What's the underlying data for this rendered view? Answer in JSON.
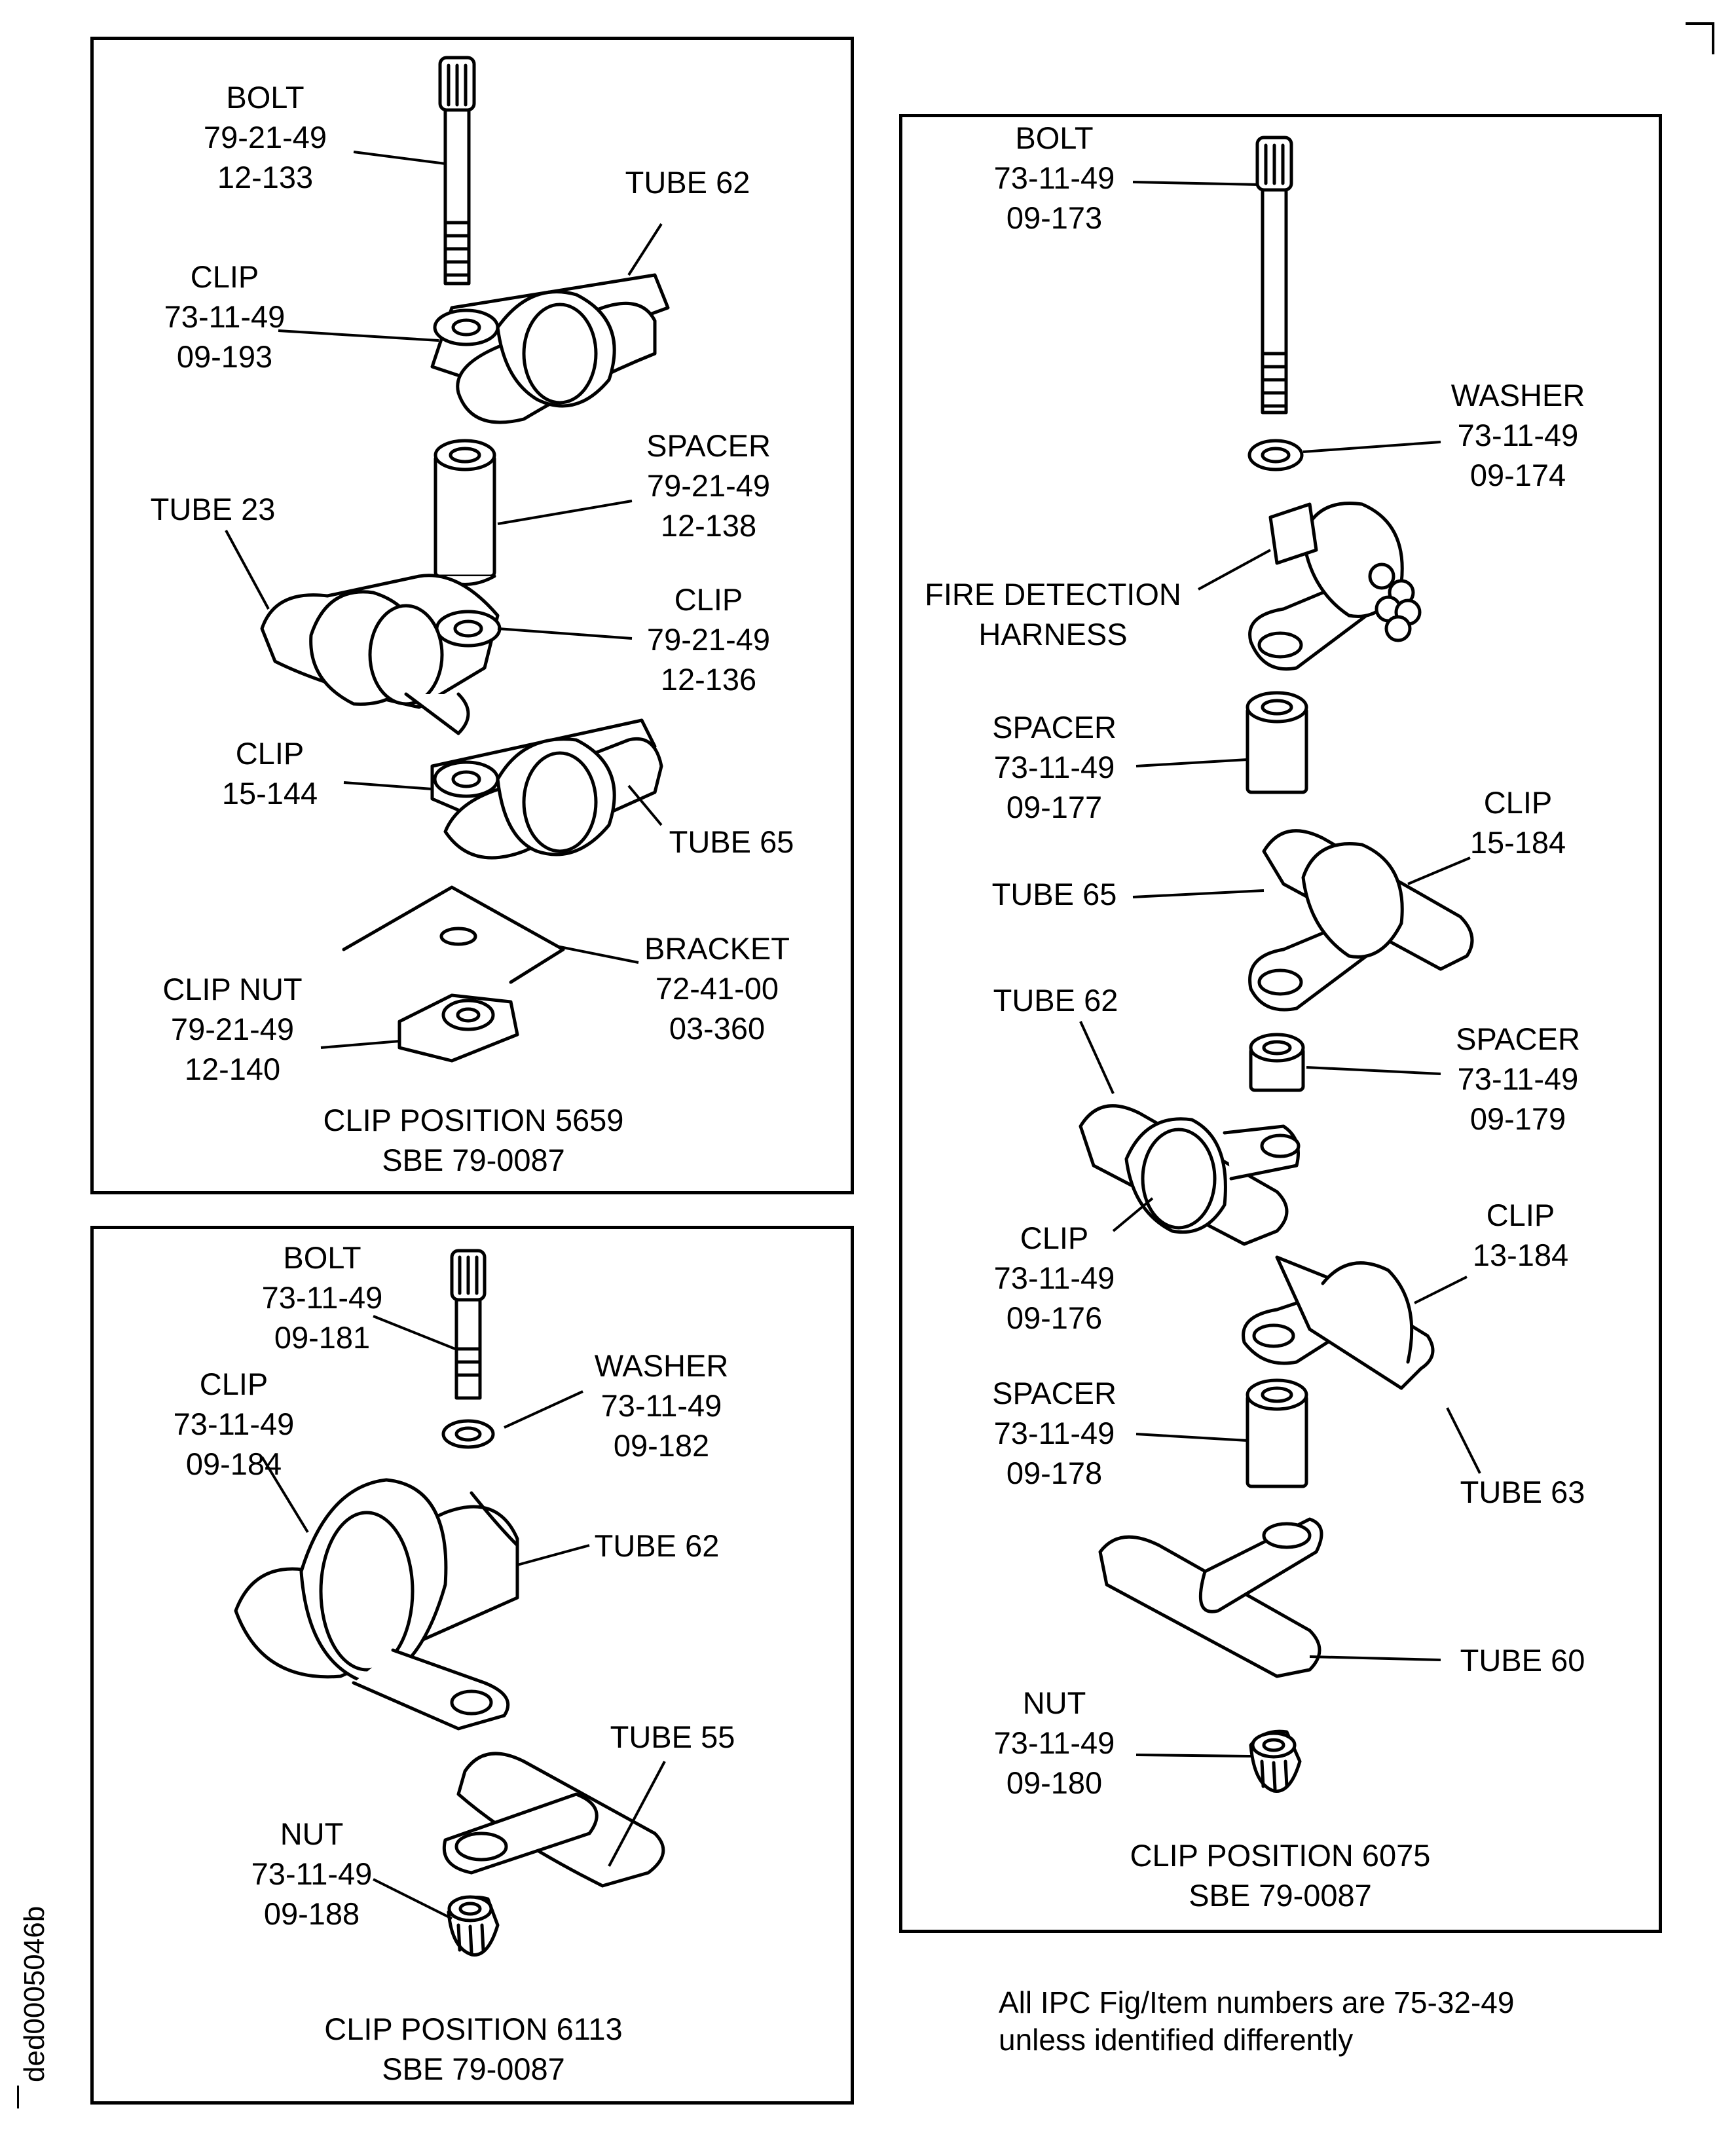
{
  "panels": {
    "p5659": {
      "caption": [
        "CLIP POSITION 5659",
        "SBE 79-0087"
      ],
      "labels": {
        "bolt": [
          "BOLT",
          "79-21-49",
          "12-133"
        ],
        "tube62": [
          "TUBE 62"
        ],
        "clip1": [
          "CLIP",
          "73-11-49",
          "09-193"
        ],
        "spacer": [
          "SPACER",
          "79-21-49",
          "12-138"
        ],
        "tube23": [
          "TUBE 23"
        ],
        "clip2": [
          "CLIP",
          "79-21-49",
          "12-136"
        ],
        "clip3": [
          "CLIP",
          "15-144"
        ],
        "tube65": [
          "TUBE 65"
        ],
        "bracket": [
          "BRACKET",
          "72-41-00",
          "03-360"
        ],
        "clipnut": [
          "CLIP NUT",
          "79-21-49",
          "12-140"
        ]
      }
    },
    "p6113": {
      "caption": [
        "CLIP POSITION 6113",
        "SBE 79-0087"
      ],
      "labels": {
        "bolt": [
          "BOLT",
          "73-11-49",
          "09-181"
        ],
        "washer": [
          "WASHER",
          "73-11-49",
          "09-182"
        ],
        "clip": [
          "CLIP",
          "73-11-49",
          "09-184"
        ],
        "tube62": [
          "TUBE 62"
        ],
        "tube55": [
          "TUBE 55"
        ],
        "nut": [
          "NUT",
          "73-11-49",
          "09-188"
        ]
      }
    },
    "p6075": {
      "caption": [
        "CLIP POSITION 6075",
        "SBE 79-0087"
      ],
      "labels": {
        "bolt": [
          "BOLT",
          "73-11-49",
          "09-173"
        ],
        "washer": [
          "WASHER",
          "73-11-49",
          "09-174"
        ],
        "harness": [
          "FIRE DETECTION",
          "HARNESS"
        ],
        "spacer1": [
          "SPACER",
          "73-11-49",
          "09-177"
        ],
        "clip1": [
          "CLIP",
          "15-184"
        ],
        "tube65": [
          "TUBE 65"
        ],
        "tube62": [
          "TUBE 62"
        ],
        "spacer2": [
          "SPACER",
          "73-11-49",
          "09-179"
        ],
        "clip2": [
          "CLIP",
          "73-11-49",
          "09-176"
        ],
        "clip3": [
          "CLIP",
          "13-184"
        ],
        "spacer3": [
          "SPACER",
          "73-11-49",
          "09-178"
        ],
        "tube63": [
          "TUBE 63"
        ],
        "tube60": [
          "TUBE 60"
        ],
        "nut": [
          "NUT",
          "73-11-49",
          "09-180"
        ]
      }
    }
  },
  "note": [
    "All IPC Fig/Item numbers are 75-32-49",
    "unless identified differently"
  ],
  "figure_id": "ded0005046b"
}
